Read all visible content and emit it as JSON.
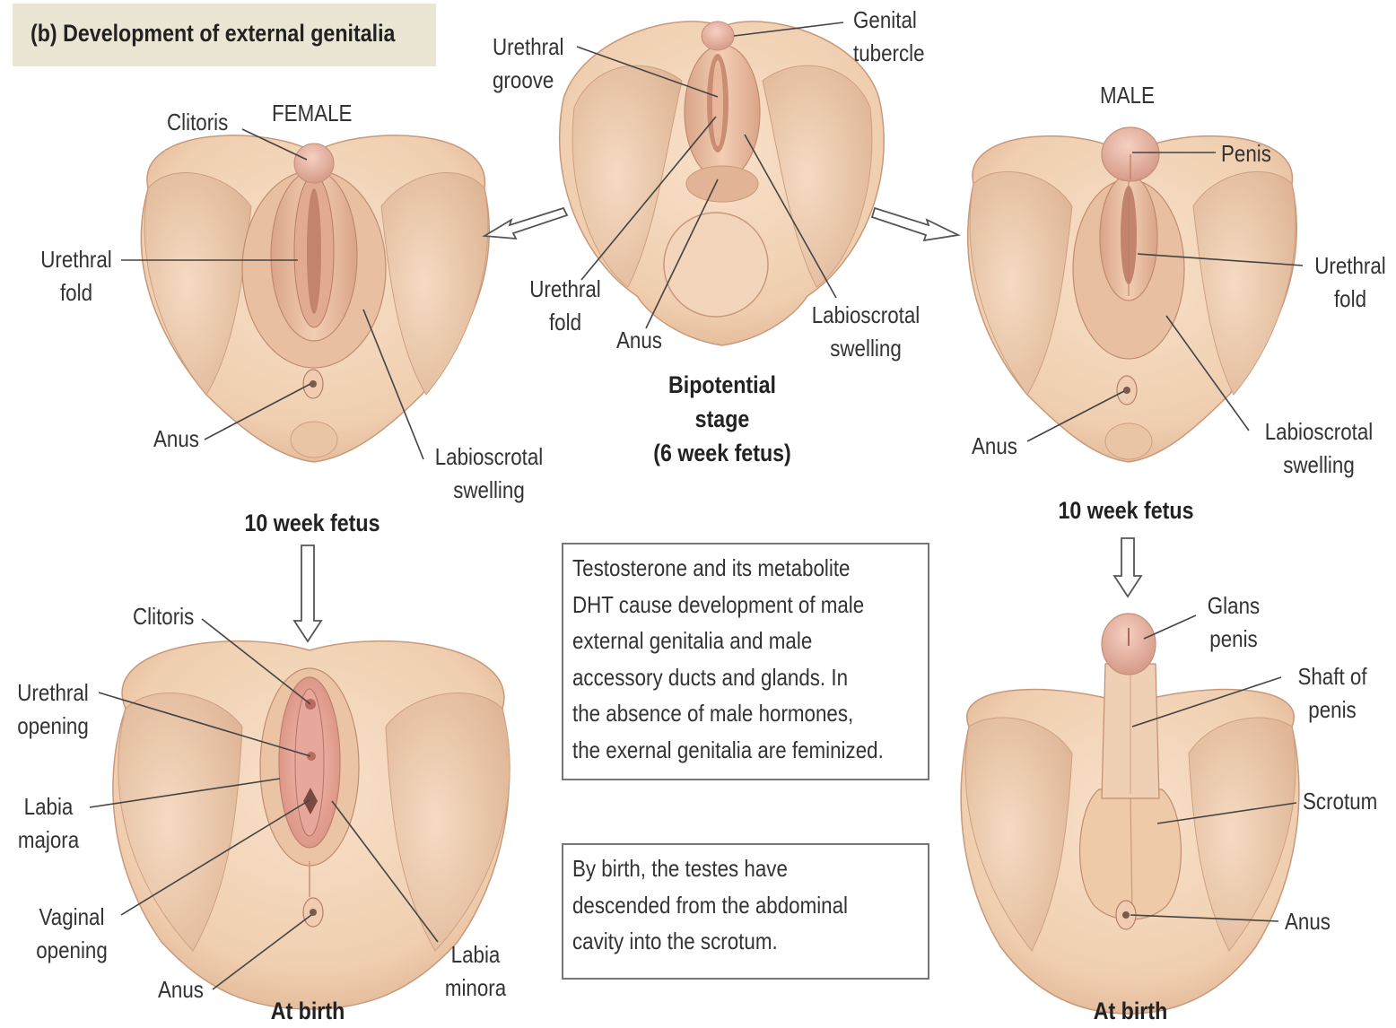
{
  "title": "(b) Development of external genitalia",
  "stages": {
    "bipotential": [
      "Bipotential",
      "stage",
      "(6 week fetus)"
    ],
    "female_10wk": "10 week fetus",
    "male_10wk": "10 week fetus",
    "female_birth": "At birth",
    "male_birth": "At birth"
  },
  "headings": {
    "female": "FEMALE",
    "male": "MALE"
  },
  "labels": {
    "urethral_groove": [
      "Urethral",
      "groove"
    ],
    "genital_tubercle": [
      "Genital",
      "tubercle"
    ],
    "bip_urethral_fold": [
      "Urethral",
      "fold"
    ],
    "bip_anus": "Anus",
    "bip_labioscrotal": [
      "Labioscrotal",
      "swelling"
    ],
    "f10_clitoris": "Clitoris",
    "f10_urethral_fold": [
      "Urethral",
      "fold"
    ],
    "f10_anus": "Anus",
    "f10_labioscrotal": [
      "Labioscrotal",
      "swelling"
    ],
    "m10_penis": "Penis",
    "m10_urethral_fold": [
      "Urethral",
      "fold"
    ],
    "m10_anus": "Anus",
    "m10_labioscrotal": [
      "Labioscrotal",
      "swelling"
    ],
    "fb_clitoris": "Clitoris",
    "fb_urethral_opening": [
      "Urethral",
      "opening"
    ],
    "fb_labia_majora": [
      "Labia",
      "majora"
    ],
    "fb_vaginal_opening": [
      "Vaginal",
      "opening"
    ],
    "fb_anus": "Anus",
    "fb_labia_minora": [
      "Labia",
      "minora"
    ],
    "mb_glans_penis": [
      "Glans",
      "penis"
    ],
    "mb_shaft": [
      "Shaft of",
      "penis"
    ],
    "mb_scrotum": "Scrotum",
    "mb_anus": "Anus"
  },
  "notes": {
    "testosterone": [
      "Testosterone and its metabolite",
      "DHT cause development of male",
      "external genitalia and male",
      "accessory ducts and glands. In",
      "the absence of male hormones,",
      "the exernal genitalia are feminized."
    ],
    "testes": [
      "By birth, the testes have",
      "descended from the abdominal",
      "cavity into the scrotum."
    ]
  },
  "colors": {
    "skin": "#f1d2b4",
    "skin_shadow": "#d7a985",
    "skin_light": "#f8e3cc",
    "fold": "#e9bca0",
    "fold_dark": "#c98c72",
    "pink": "#e7a79a",
    "title_bg": "#ebe6d4",
    "leader": "#444444"
  }
}
